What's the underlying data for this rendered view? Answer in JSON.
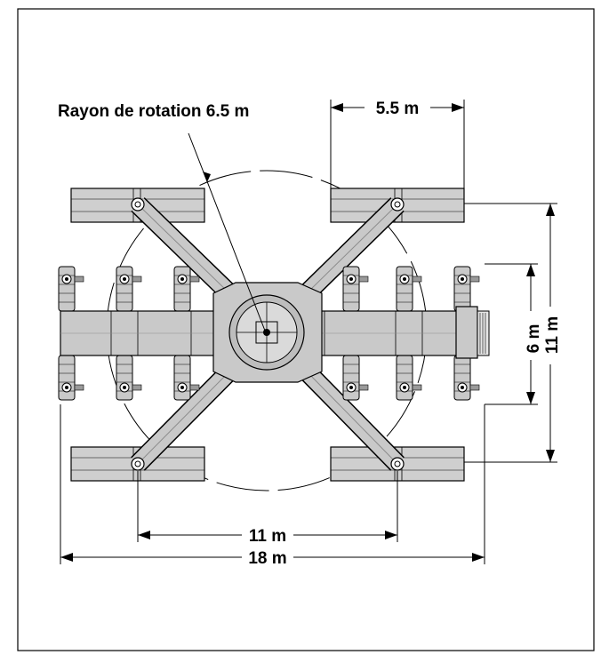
{
  "diagram": {
    "radius_label": "Rayon de rotation 6.5 m",
    "dim_outrigger_width": "5.5 m",
    "dim_carrier_width": "6 m",
    "dim_outrigger_span_vertical": "11 m",
    "dim_outrigger_span_horizontal": "11 m",
    "dim_overall_length": "18 m"
  },
  "colors": {
    "line": "#000000",
    "body_fill": "#c9c9c9",
    "body_dark": "#8c8c8c",
    "pad_fill": "#cfcfcf"
  }
}
